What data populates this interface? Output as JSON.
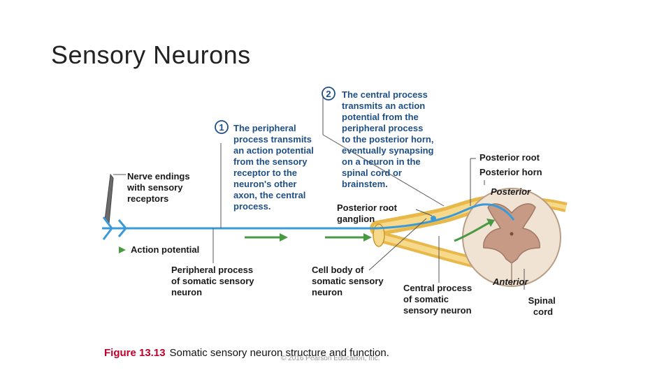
{
  "slide": {
    "title": "Sensory Neurons"
  },
  "caption": {
    "figure_number": "Figure 13.13",
    "text": "Somatic sensory neuron structure and function."
  },
  "copyright": "© 2016 Pearson Education, Inc.",
  "colors": {
    "axon_blue": "#3a9ad9",
    "label_blue": "#1f4f86",
    "arrow_green": "#4a9a44",
    "nerve_yellow": "#f0c75a",
    "gray_matter": "#c79a86",
    "white_matter": "#f1e3d3",
    "caption_red": "#c0002a"
  },
  "diagram": {
    "step1": {
      "number": "1",
      "lines": [
        "The peripheral",
        "process transmits",
        "an action potential",
        "from the sensory",
        "receptor to the",
        "neuron's other",
        "axon, the central",
        "process."
      ]
    },
    "step2": {
      "number": "2",
      "lines": [
        "The central process",
        "transmits an action",
        "potential from the",
        "peripheral process",
        "to the posterior horn,",
        "eventually synapsing",
        "on a neuron in the",
        "spinal cord or",
        "brainstem."
      ]
    },
    "labels": {
      "nerve_endings": [
        "Nerve endings",
        "with sensory",
        "receptors"
      ],
      "action_potential": "Action potential",
      "peripheral_process": [
        "Peripheral process",
        "of somatic sensory",
        "neuron"
      ],
      "cell_body": [
        "Cell body of",
        "somatic sensory",
        "neuron"
      ],
      "posterior_root_ganglion": [
        "Posterior root",
        "ganglion"
      ],
      "central_process": [
        "Central process",
        "of somatic",
        "sensory neuron"
      ],
      "posterior_root": "Posterior root",
      "posterior_horn": "Posterior horn",
      "posterior": "Posterior",
      "anterior": "Anterior",
      "spinal_cord": [
        "Spinal",
        "cord"
      ]
    }
  }
}
